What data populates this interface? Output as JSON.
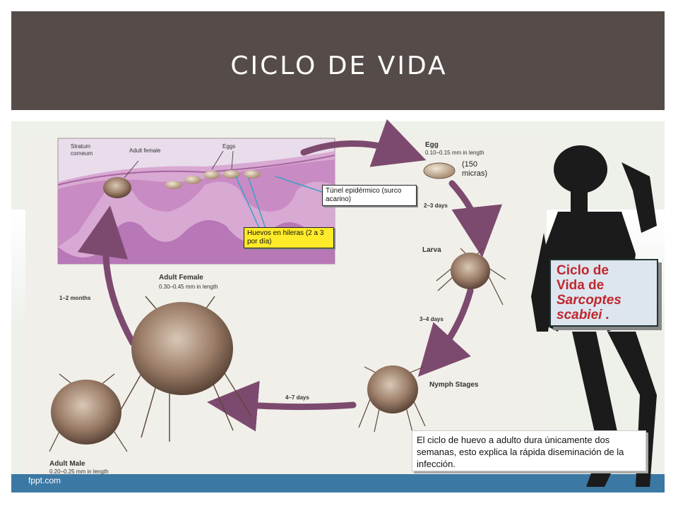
{
  "slide": {
    "title": "CICLO DE VIDA",
    "footer_brand": "fppt.com"
  },
  "diagram": {
    "skin_labels": {
      "stratum": "Stratum corneum",
      "adult_female_small": "Adult female",
      "eggs": "Eggs"
    },
    "stages": {
      "egg": {
        "name": "Egg",
        "size": "0.10–0.15 mm in length",
        "note": "(150 micras)"
      },
      "larva": {
        "name": "Larva"
      },
      "nymph": {
        "name": "Nymph Stages"
      },
      "adult_female": {
        "name": "Adult Female",
        "size": "0.30–0.45 mm in length"
      },
      "adult_male": {
        "name": "Adult Male",
        "size": "0.20–0.25 mm in length"
      }
    },
    "durations": {
      "egg_to_larva": "2–3 days",
      "larva_to_nymph": "3–4 days",
      "nymph_to_adult": "4–7 days",
      "adult_lifespan": "1–2 months"
    },
    "callouts": {
      "tunnel": "Túnel epidérmico (surco acarino)",
      "eggs_rows": "Huevos en hileras (2 a 3 por día)"
    },
    "bottom_note": "El ciclo de huevo a adulto dura únicamente dos semanas, esto explica la rápida diseminación de la infección.",
    "species_box": {
      "line1": "Ciclo de",
      "line2": "Vida de",
      "genus": "Sarcoptes",
      "species": "scabiei ."
    }
  },
  "colors": {
    "header": "#554b48",
    "arrow": "#7d4a6f",
    "skin": "#c98bc3",
    "callout": "#ffeb2a",
    "species_text": "#c0272d"
  }
}
